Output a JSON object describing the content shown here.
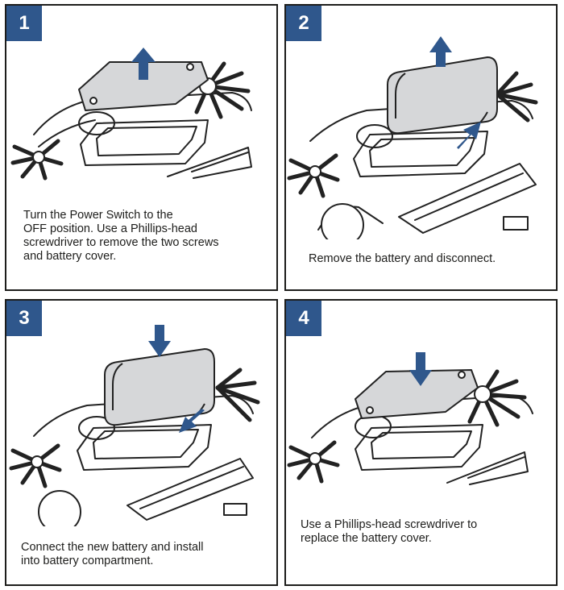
{
  "accent_color": "#2f578c",
  "steps": [
    {
      "number": "1",
      "icon": "battery-cover-removal-illustration",
      "instruction": "Turn the Power Switch to the\nOFF position. Use a Phillips-head\nscrewdriver to remove the two screws\nand battery cover."
    },
    {
      "number": "2",
      "icon": "battery-removal-illustration",
      "instruction": "Remove the battery and disconnect."
    },
    {
      "number": "3",
      "icon": "battery-install-illustration",
      "instruction": "Connect the new battery and install\ninto battery compartment."
    },
    {
      "number": "4",
      "icon": "battery-cover-replace-illustration",
      "instruction": "Use a Phillips-head screwdriver to\nreplace the battery cover."
    }
  ]
}
